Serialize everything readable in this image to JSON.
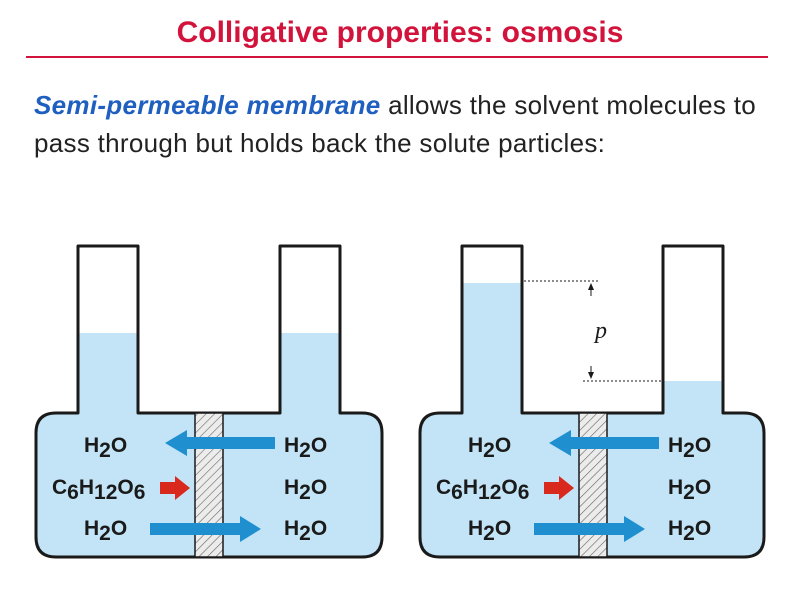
{
  "header": {
    "title": "Colligative properties: osmosis"
  },
  "intro": {
    "term": "Semi-permeable membrane",
    "text": " allows the solvent molecules to pass through but holds back the solute particles:"
  },
  "diagram": {
    "colors": {
      "water": "#c3e4f6",
      "outline": "#1a1a1a",
      "arrow_blue": "#1f8fd0",
      "arrow_red": "#d9291c",
      "membrane_fill": "#ececec"
    },
    "left_labels": {
      "water_top": [
        "H",
        "2",
        "O"
      ],
      "glucose": [
        "C",
        "6",
        "H",
        "12",
        "O",
        "6"
      ],
      "water_bottom": [
        "H",
        "2",
        "O"
      ]
    },
    "right_labels": {
      "water_top": [
        "H",
        "2",
        "O"
      ],
      "water_mid": [
        "H",
        "2",
        "O"
      ],
      "water_bottom": [
        "H",
        "2",
        "O"
      ]
    },
    "pressure_symbol": "p"
  }
}
